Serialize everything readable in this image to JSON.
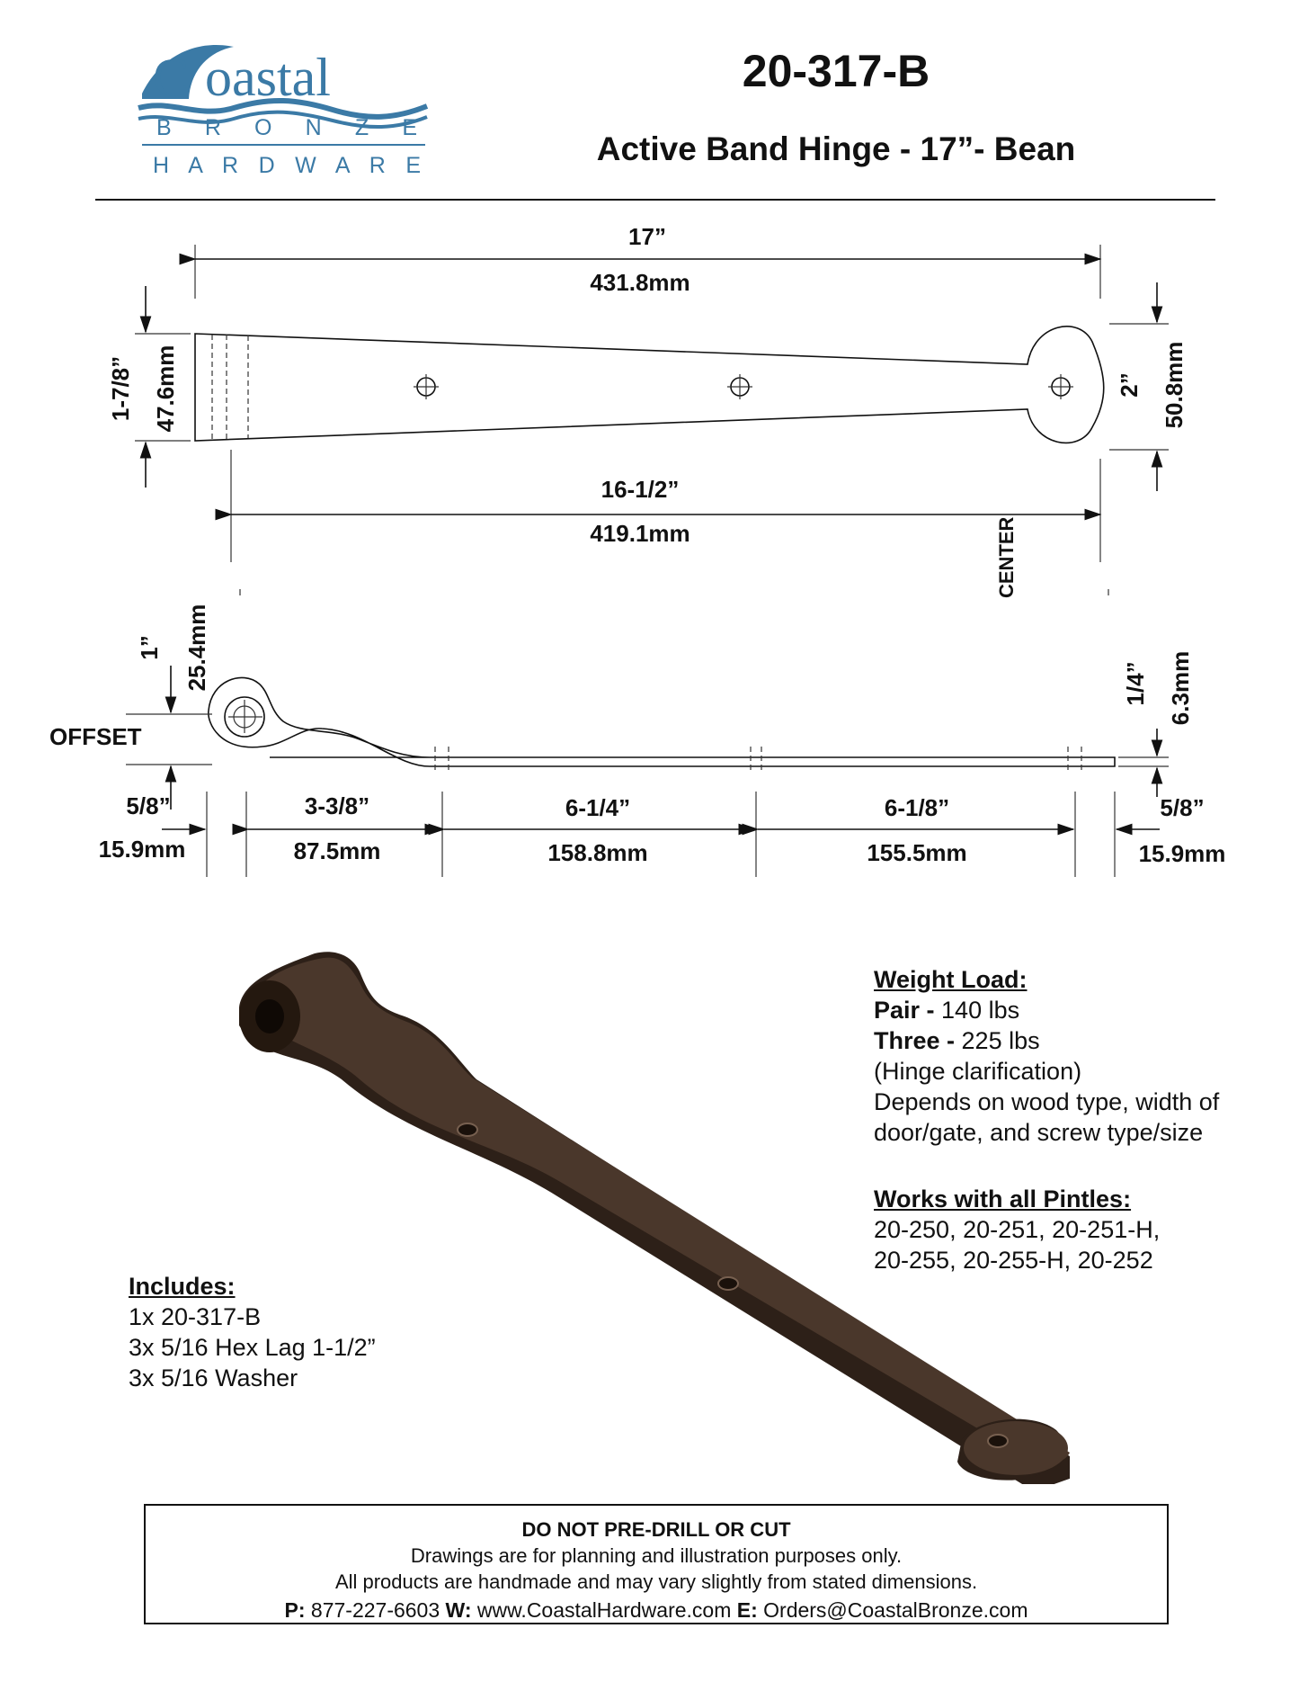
{
  "logo": {
    "word": "oastal",
    "initial": "C",
    "line1": "B R O N Z E",
    "line2": "H A R D W A R E",
    "color": "#3b7aa6"
  },
  "header": {
    "part_number": "20-317-B",
    "title": "Active Band Hinge - 17”- Bean"
  },
  "top_view": {
    "overall_in": "17”",
    "overall_mm": "431.8mm",
    "height_left_in": "1-7/8”",
    "height_left_mm": "47.6mm",
    "height_right_in": "2”",
    "height_right_mm": "50.8mm",
    "inner_in": "16-1/2”",
    "inner_mm": "419.1mm"
  },
  "side_view": {
    "center_label": "CENTER",
    "offset_label": "OFFSET",
    "offset_in": "1”",
    "offset_mm": "25.4mm",
    "thickness_in": "1/4”",
    "thickness_mm": "6.3mm",
    "segments": [
      {
        "in": "5/8”",
        "mm": "15.9mm"
      },
      {
        "in": "3-3/8”",
        "mm": "87.5mm"
      },
      {
        "in": "6-1/4”",
        "mm": "158.8mm"
      },
      {
        "in": "6-1/8”",
        "mm": "155.5mm"
      },
      {
        "in": "5/8”",
        "mm": "15.9mm"
      }
    ]
  },
  "weight_load": {
    "heading": "Weight Load:",
    "pair_label": "Pair - ",
    "pair_value": "140 lbs",
    "three_label": "Three - ",
    "three_value": "225 lbs",
    "clarification": "(Hinge clarification)",
    "depends": "Depends on wood type, width of door/gate, and screw type/size"
  },
  "pintles": {
    "heading": "Works with all Pintles:",
    "line1": "20-250, 20-251, 20-251-H,",
    "line2": "20-255, 20-255-H, 20-252"
  },
  "includes": {
    "heading": "Includes:",
    "items": [
      "1x  20-317-B",
      "3x  5/16 Hex Lag 1-1/2”",
      "3x  5/16 Washer"
    ]
  },
  "notice": {
    "title": "DO NOT PRE-DRILL OR CUT",
    "line1": "Drawings are for planning and illustration purposes only.",
    "line2": "All products are handmade and may vary slightly from stated dimensions.",
    "phone_label": "P:",
    "phone": "877-227-6603",
    "web_label": "W:",
    "web": "www.CoastalHardware.com",
    "email_label": "E:",
    "email": "Orders@CoastalBronze.com"
  },
  "colors": {
    "bronze": "#3a2a20",
    "bronze_light": "#5a4436"
  }
}
